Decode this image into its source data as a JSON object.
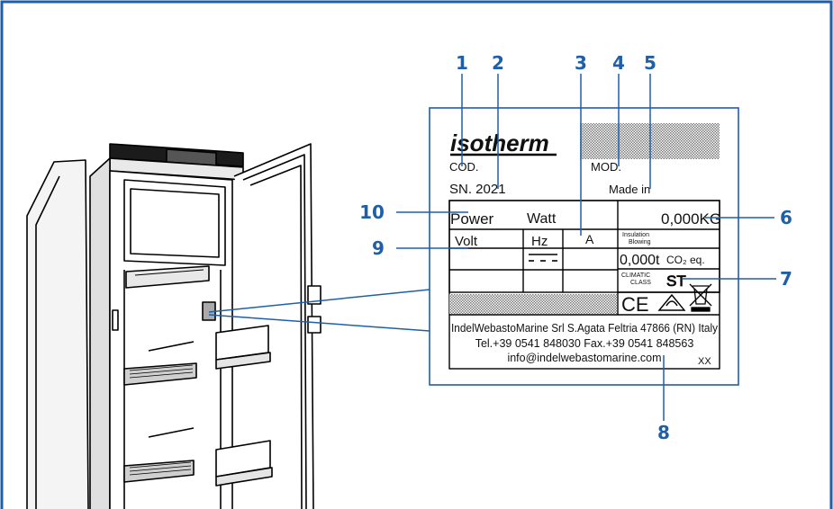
{
  "colors": {
    "frame": "#1f5fa8",
    "callout": "#1f5fa8",
    "line": "#000000"
  },
  "label": {
    "brand": "isotherm",
    "cod": "COD.",
    "mod": "MOD.",
    "sn": "SN. 2021",
    "made_in": "Made in",
    "power": "Power",
    "watt": "Watt",
    "weight": "0,000KG",
    "volt": "Volt",
    "hz": "Hz",
    "amp": "A",
    "insulation": "Insulation",
    "blowing": "Blowing",
    "co2_value": "0,000t",
    "co2_unit": "CO₂ eq.",
    "climatic": "CLIMATIC",
    "class": "CLASS",
    "climatic_value": "ST",
    "ce": "CE",
    "address_1": "IndelWebastoMarine Srl S.Agata Feltria 47866 (RN) Italy",
    "address_2": "Tel.+39 0541 848030  Fax.+39 0541 848563",
    "email": "info@indelwebastomarine.com",
    "code": "XX"
  },
  "callouts": [
    "1",
    "2",
    "3",
    "4",
    "5",
    "6",
    "7",
    "8",
    "9",
    "10"
  ],
  "icons": [
    "dc-current-icon",
    "ce-mark-icon",
    "rcm-mark-icon",
    "weee-bin-icon",
    "refrigerator-illustration"
  ]
}
